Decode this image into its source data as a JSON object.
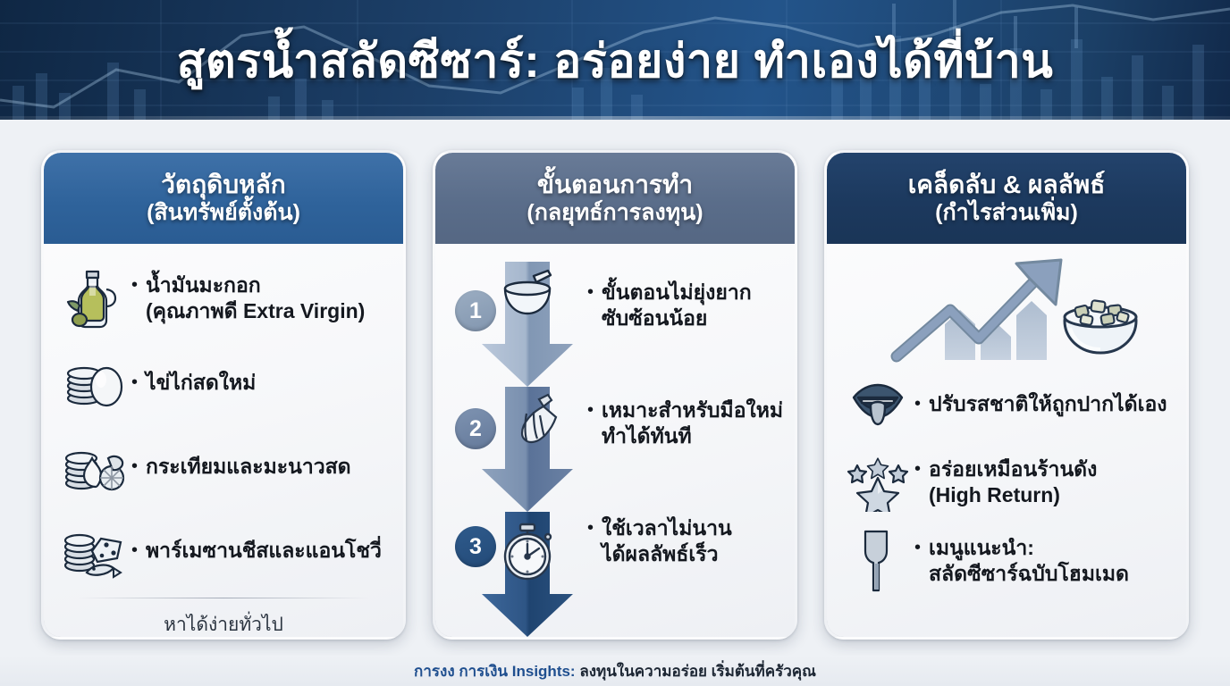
{
  "header": {
    "title": "สูตรน้ำสลัดซีซาร์: อร่อยง่าย ทำเองได้ที่บ้าน",
    "background_color": "#1c3f68",
    "accent_color": "#23548a"
  },
  "cards": [
    {
      "id": "ingredients",
      "title": "วัตถุดิบหลัก",
      "subtitle": "(สินทรัพย์ตั้งต้น)",
      "header_color": "#2f639b",
      "items": [
        {
          "icon": "olive-oil-bottle-icon",
          "label": "น้ำมันมะกอก",
          "label2": "(คุณภาพดี Extra Virgin)"
        },
        {
          "icon": "egg-coins-icon",
          "label": "ไข่ไก่สดใหม่",
          "label2": ""
        },
        {
          "icon": "garlic-lemon-coins-icon",
          "label": "กระเทียมและมะนาวสด",
          "label2": ""
        },
        {
          "icon": "cheese-anchovy-coins-icon",
          "label": "พาร์เมซานชีสและแอนโชวี่",
          "label2": ""
        }
      ],
      "footer_note": "หาได้ง่ายทั่วไป"
    },
    {
      "id": "steps",
      "title": "ขั้นตอนการทำ",
      "subtitle": "(กลยุทธ์การลงทุน)",
      "header_color": "#5a6d8a",
      "steps": [
        {
          "number": "1",
          "icon": "mixing-bowl-icon",
          "label": "ขั้นตอนไม่ยุ่งยาก",
          "label2": "ซับซ้อนน้อย",
          "arrow_color": "#93a6bf",
          "badge_color": "#8296af"
        },
        {
          "number": "2",
          "icon": "whisk-icon",
          "label": "เหมาะสำหรับมือใหม่",
          "label2": "ทำได้ทันที",
          "arrow_color": "#6a80a2",
          "badge_color": "#64799a"
        },
        {
          "number": "3",
          "icon": "stopwatch-icon",
          "label": "ใช้เวลาไม่นาน",
          "label2": "ได้ผลลัพธ์เร็ว",
          "arrow_color": "#2a527f",
          "badge_color": "#234a78"
        }
      ]
    },
    {
      "id": "tips",
      "title": "เคล็ดลับ & ผลลัพธ์",
      "subtitle": "(กำไรส่วนเพิ่ม)",
      "header_color": "#1c395e",
      "hero_icon": "growth-arrow-salad-bowl-icon",
      "items": [
        {
          "icon": "mouth-tongue-taste-icon",
          "label": "ปรับรสชาติให้ถูกปากได้เอง",
          "label2": ""
        },
        {
          "icon": "stars-rating-icon",
          "label": "อร่อยเหมือนร้านดัง",
          "label2": "(High Return)"
        },
        {
          "icon": "fork-icon",
          "label": "เมนูแนะนำ:",
          "label2": "สลัดซีซาร์ฉบับโฮมเมด"
        }
      ]
    }
  ],
  "footer": {
    "brand": "การงง การเงิน Insights:",
    "tagline": "ลงทุนในความอร่อย เริ่มต้นที่ครัวคุณ",
    "brand_color": "#1f4f8f"
  }
}
